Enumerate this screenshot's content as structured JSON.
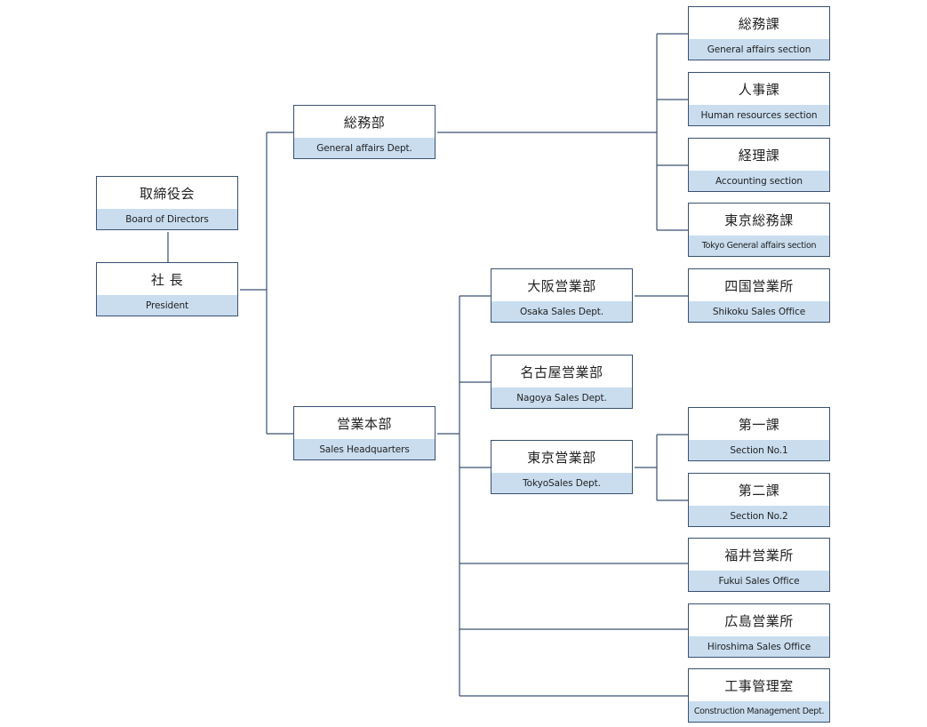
{
  "org": {
    "board": {
      "jp": "取締役会",
      "en": "Board of Directors"
    },
    "president": {
      "jp": "社 長",
      "en": "President"
    },
    "ga_dept": {
      "jp": "総務部",
      "en": "General affairs Dept."
    },
    "sales_hq": {
      "jp": "営業本部",
      "en": "Sales Headquarters"
    },
    "ga_section": {
      "jp": "総務課",
      "en": "General affairs section"
    },
    "hr_section": {
      "jp": "人事課",
      "en": "Human resources section"
    },
    "acct_section": {
      "jp": "経理課",
      "en": "Accounting section"
    },
    "tokyo_ga": {
      "jp": "東京総務課",
      "en": "Tokyo General affairs section"
    },
    "osaka": {
      "jp": "大阪営業部",
      "en": "Osaka Sales Dept."
    },
    "nagoya": {
      "jp": "名古屋営業部",
      "en": "Nagoya Sales Dept."
    },
    "tokyo_sales": {
      "jp": "東京営業部",
      "en": "TokyoSales Dept."
    },
    "shikoku": {
      "jp": "四国営業所",
      "en": "Shikoku Sales Office"
    },
    "section1": {
      "jp": "第一課",
      "en": "Section No.1"
    },
    "section2": {
      "jp": "第二課",
      "en": "Section No.2"
    },
    "fukui": {
      "jp": "福井営業所",
      "en": "Fukui Sales Office"
    },
    "hiroshima": {
      "jp": "広島営業所",
      "en": "Hiroshima Sales Office"
    },
    "construction": {
      "jp": "工事管理室",
      "en": "Construction Management Dept."
    }
  },
  "colors": {
    "border": "#3a5070",
    "line": "#3a5070",
    "label_band": "#c9ddef"
  }
}
